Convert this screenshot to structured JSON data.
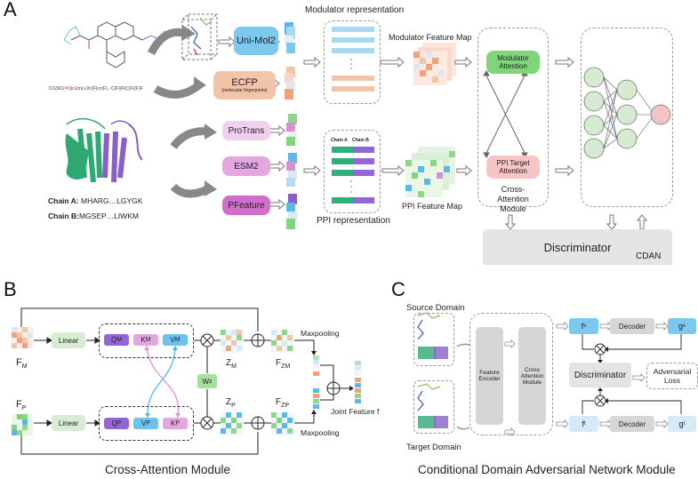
{
  "panel_labels": {
    "a": "A",
    "b": "B",
    "c": "C"
  },
  "panel_a": {
    "smiles": "CC(NC(=O)c1cn(-c2c(F)cc(F)...C(F)(F)C(F)(F)F",
    "chain_a_label": "Chain A:",
    "chain_a_seq": "MHARG…LGYGK",
    "chain_b_label": "Chain B:",
    "chain_b_seq": "MGSEP…LIWKM",
    "unimol_label": "Uni-Mol2",
    "ecfp_label": "ECFP",
    "ecfp_sub": "(molecular fingerprints)",
    "protrans_label": "ProTrans",
    "esm2_label": "ESM2",
    "pfeature_label": "PFeature",
    "modulator_representation": "Modulator representation",
    "modulator_feature_map": "Modulator Feature Map",
    "ppi_representation": "PPI representation",
    "ppi_feature_map": "PPI Feature Map",
    "chain_a_col": "Chain A",
    "chain_b_col": "Chain B",
    "modulator_attention": "Modulator Attention",
    "ppi_target_attention": "PPI Target Attention",
    "cross_attention_module": "Cross-Attention Module",
    "discriminator": "Discriminator",
    "cdan": "CDAN"
  },
  "panel_b": {
    "fm": "F",
    "fm_sub": "M",
    "fp": "F",
    "fp_sub": "P",
    "linear_top": "Linear",
    "linear_bottom": "Linear",
    "qm": "Q",
    "qm_sub": "M",
    "km": "K",
    "km_sub": "M",
    "vm": "V",
    "vm_sub": "M",
    "qp": "Q",
    "qp_sub": "P",
    "vp": "V",
    "vp_sub": "P",
    "kp": "K",
    "kp_sub": "P",
    "wz": "W",
    "wz_sub": "z",
    "zm": "Z",
    "zm_sub": "M",
    "zp": "Z",
    "zp_sub": "P",
    "fzm": "F",
    "fzm_sub": "ZM",
    "fzp": "F",
    "fzp_sub": "ZP",
    "maxpool_top": "Maxpooling",
    "maxpool_bottom": "Maxpooling",
    "joint_feature": "Joint Feature f",
    "caption": "Cross-Attention Module"
  },
  "panel_c": {
    "source_domain": "Source Domain",
    "target_domain": "Target Domain",
    "feature_encoder": "Feature Encoder",
    "cross_attention": "Cross Attention Module",
    "fs": "f",
    "fs_sup": "s",
    "ft": "f",
    "ft_sup": "t",
    "gs": "g",
    "gs_sup": "s",
    "gt": "g",
    "gt_sup": "t",
    "decoder_top": "Decoder",
    "decoder_bottom": "Decoder",
    "discriminator": "Discriminator",
    "adversarial_loss": "Adversarial Loss",
    "caption": "Conditional Domain Adversarial Network Module"
  },
  "colors": {
    "blue": "#7cc8ee",
    "orange": "#f2c4a8",
    "pink_light": "#f0d0ee",
    "pink_mid": "#e3a6df",
    "pink_dark": "#cf6fcb",
    "green": "#7fd67a",
    "green_dark": "#2fb07a",
    "purple": "#9266d8",
    "salmon": "#f7c5c5",
    "gray": "#dcdcdc",
    "light_blue": "#d7e9f7",
    "linear_green": "#d8ecd4"
  }
}
